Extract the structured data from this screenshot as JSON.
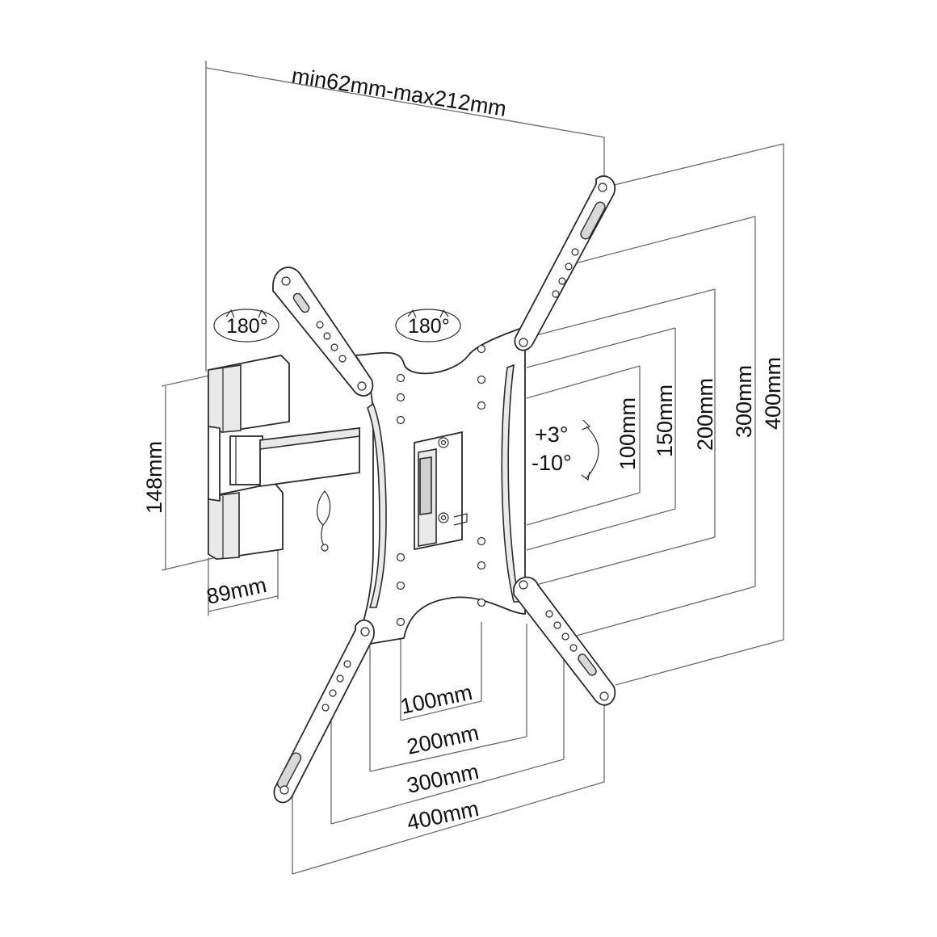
{
  "labels": {
    "depth": "min62mm-max212mm",
    "swivel_wall": "180°",
    "swivel_plate": "180°",
    "tilt_up": "+3°",
    "tilt_down": "-10°",
    "height_148": "148mm",
    "width_89": "89mm",
    "v100": "100mm",
    "v150": "150mm",
    "v200": "200mm",
    "v300": "300mm",
    "v400": "400mm",
    "h100": "100mm",
    "h200": "200mm",
    "h300": "300mm",
    "h400": "400mm"
  },
  "colors": {
    "line": "#2a2a2a",
    "dimension": "#6a6a6a",
    "text": "#111111"
  }
}
